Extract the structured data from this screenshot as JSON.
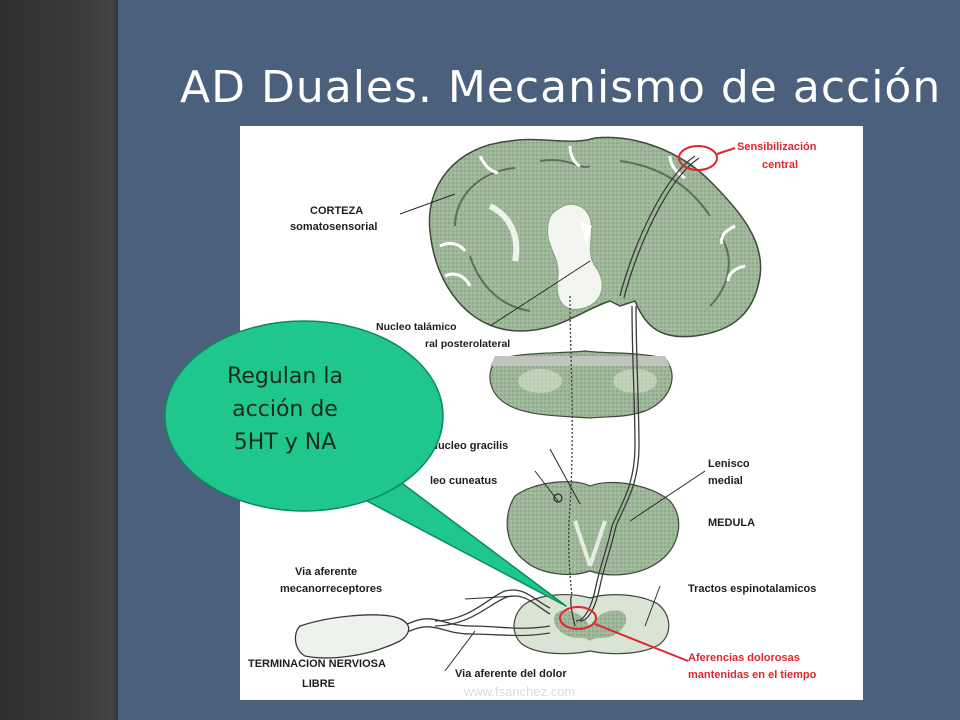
{
  "slide": {
    "title": "AD Duales. Mecanismo de acción"
  },
  "colors": {
    "background": "#4a607c",
    "left_bar": "#3a3a3c",
    "callout_fill": "#1fc78c",
    "annotation_red": "#e0262e"
  },
  "diagram": {
    "labels": {
      "corteza_1": "CORTEZA",
      "corteza_2": "somatosensorial",
      "sensibilizacion_1": "Sensibilización",
      "sensibilizacion_2": "central",
      "nucleo_talamico_1": "Nucleo talámico",
      "nucleo_talamico_2": "ral posterolateral",
      "nucleo_gracilis": "Nucleo gracilis",
      "nucleo_cuneatus": "leo cuneatus",
      "lenisco_1": "Lenisco",
      "lenisco_2": "medial",
      "medula": "MEDULA",
      "via_mecano_1": "Via aferente",
      "via_mecano_2": "mecanorreceptores",
      "tractos": "Tractos espinotalamicos",
      "terminacion_1": "TERMINACION NERVIOSA",
      "terminacion_2": "LIBRE",
      "via_dolor": "Via aferente del dolor",
      "aferencias_1": "Aferencias dolorosas",
      "aferencias_2": "mantenidas en el tiempo"
    },
    "watermark": "www.fsanchez.com"
  },
  "callout": {
    "lines": [
      "Regulan la",
      "acción de",
      "5HT y NA"
    ]
  }
}
